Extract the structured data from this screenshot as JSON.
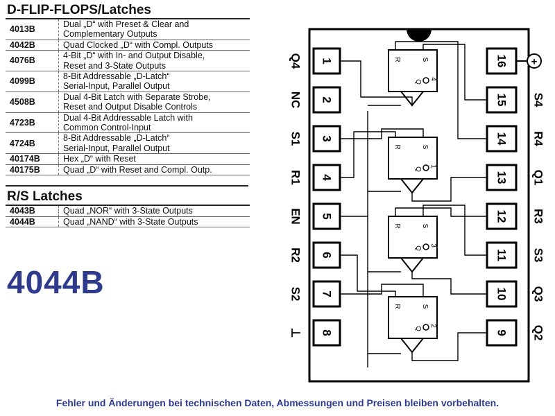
{
  "dflip": {
    "title": "D-FLIP-FLOPS/Latches",
    "rows": [
      {
        "code": "4013B",
        "desc": [
          "Dual „D“ with Preset & Clear and",
          "Complementary Outputs"
        ]
      },
      {
        "code": "4042B",
        "desc": [
          "Quad Clocked „D“ with Compl. Outputs"
        ]
      },
      {
        "code": "4076B",
        "desc": [
          "4-Bit „D“ with In- and Output Disable,",
          "Reset and 3-State Outputs"
        ]
      },
      {
        "code": "4099B",
        "desc": [
          "8-Bit Addressable „D-Latch“",
          "Serial-Input, Parallel Output"
        ]
      },
      {
        "code": "4508B",
        "desc": [
          "Dual 4-Bit Latch with Separate Strobe,",
          "Reset and Output Disable Controls"
        ]
      },
      {
        "code": "4723B",
        "desc": [
          "Dual 4-Bit Addressable Latch with",
          "Common Control-Input"
        ]
      },
      {
        "code": "4724B",
        "desc": [
          "8-Bit Addressable „D-Latch“",
          "Serial-Input, Parallel Output"
        ]
      },
      {
        "code": "40174B",
        "desc": [
          "Hex „D“ with Reset"
        ]
      },
      {
        "code": "40175B",
        "desc": [
          "Quad „D“ with Reset and Compl. Outp."
        ]
      }
    ]
  },
  "rs": {
    "title": "R/S Latches",
    "rows": [
      {
        "code": "4043B",
        "desc": [
          "Quad „NOR“ with 3-State Outputs"
        ]
      },
      {
        "code": "4044B",
        "desc": [
          "Quad „NAND“ with 3-State Outputs"
        ]
      }
    ]
  },
  "big_part": "4044B",
  "footer": "Fehler und Änderungen bei technischen Daten, Abmessungen und Preisen bleiben vorbehalten.",
  "chip": {
    "left_pins": [
      {
        "num": "1",
        "label": "Q4"
      },
      {
        "num": "2",
        "label": "NC"
      },
      {
        "num": "3",
        "label": "S1"
      },
      {
        "num": "4",
        "label": "R1"
      },
      {
        "num": "5",
        "label": "EN"
      },
      {
        "num": "6",
        "label": "R2"
      },
      {
        "num": "7",
        "label": "S2"
      },
      {
        "num": "8",
        "label": "⊥"
      }
    ],
    "right_pins": [
      {
        "num": "16",
        "label": "⊕"
      },
      {
        "num": "15",
        "label": "S4"
      },
      {
        "num": "14",
        "label": "R4"
      },
      {
        "num": "13",
        "label": "Q1"
      },
      {
        "num": "12",
        "label": "R3"
      },
      {
        "num": "11",
        "label": "S3"
      },
      {
        "num": "10",
        "label": "Q3"
      },
      {
        "num": "9",
        "label": "Q2"
      }
    ],
    "flipflop_letters": {
      "r": "R",
      "s": "S",
      "q": "Q"
    },
    "flipflop_indices": [
      "4",
      "1",
      "3",
      "2"
    ]
  }
}
